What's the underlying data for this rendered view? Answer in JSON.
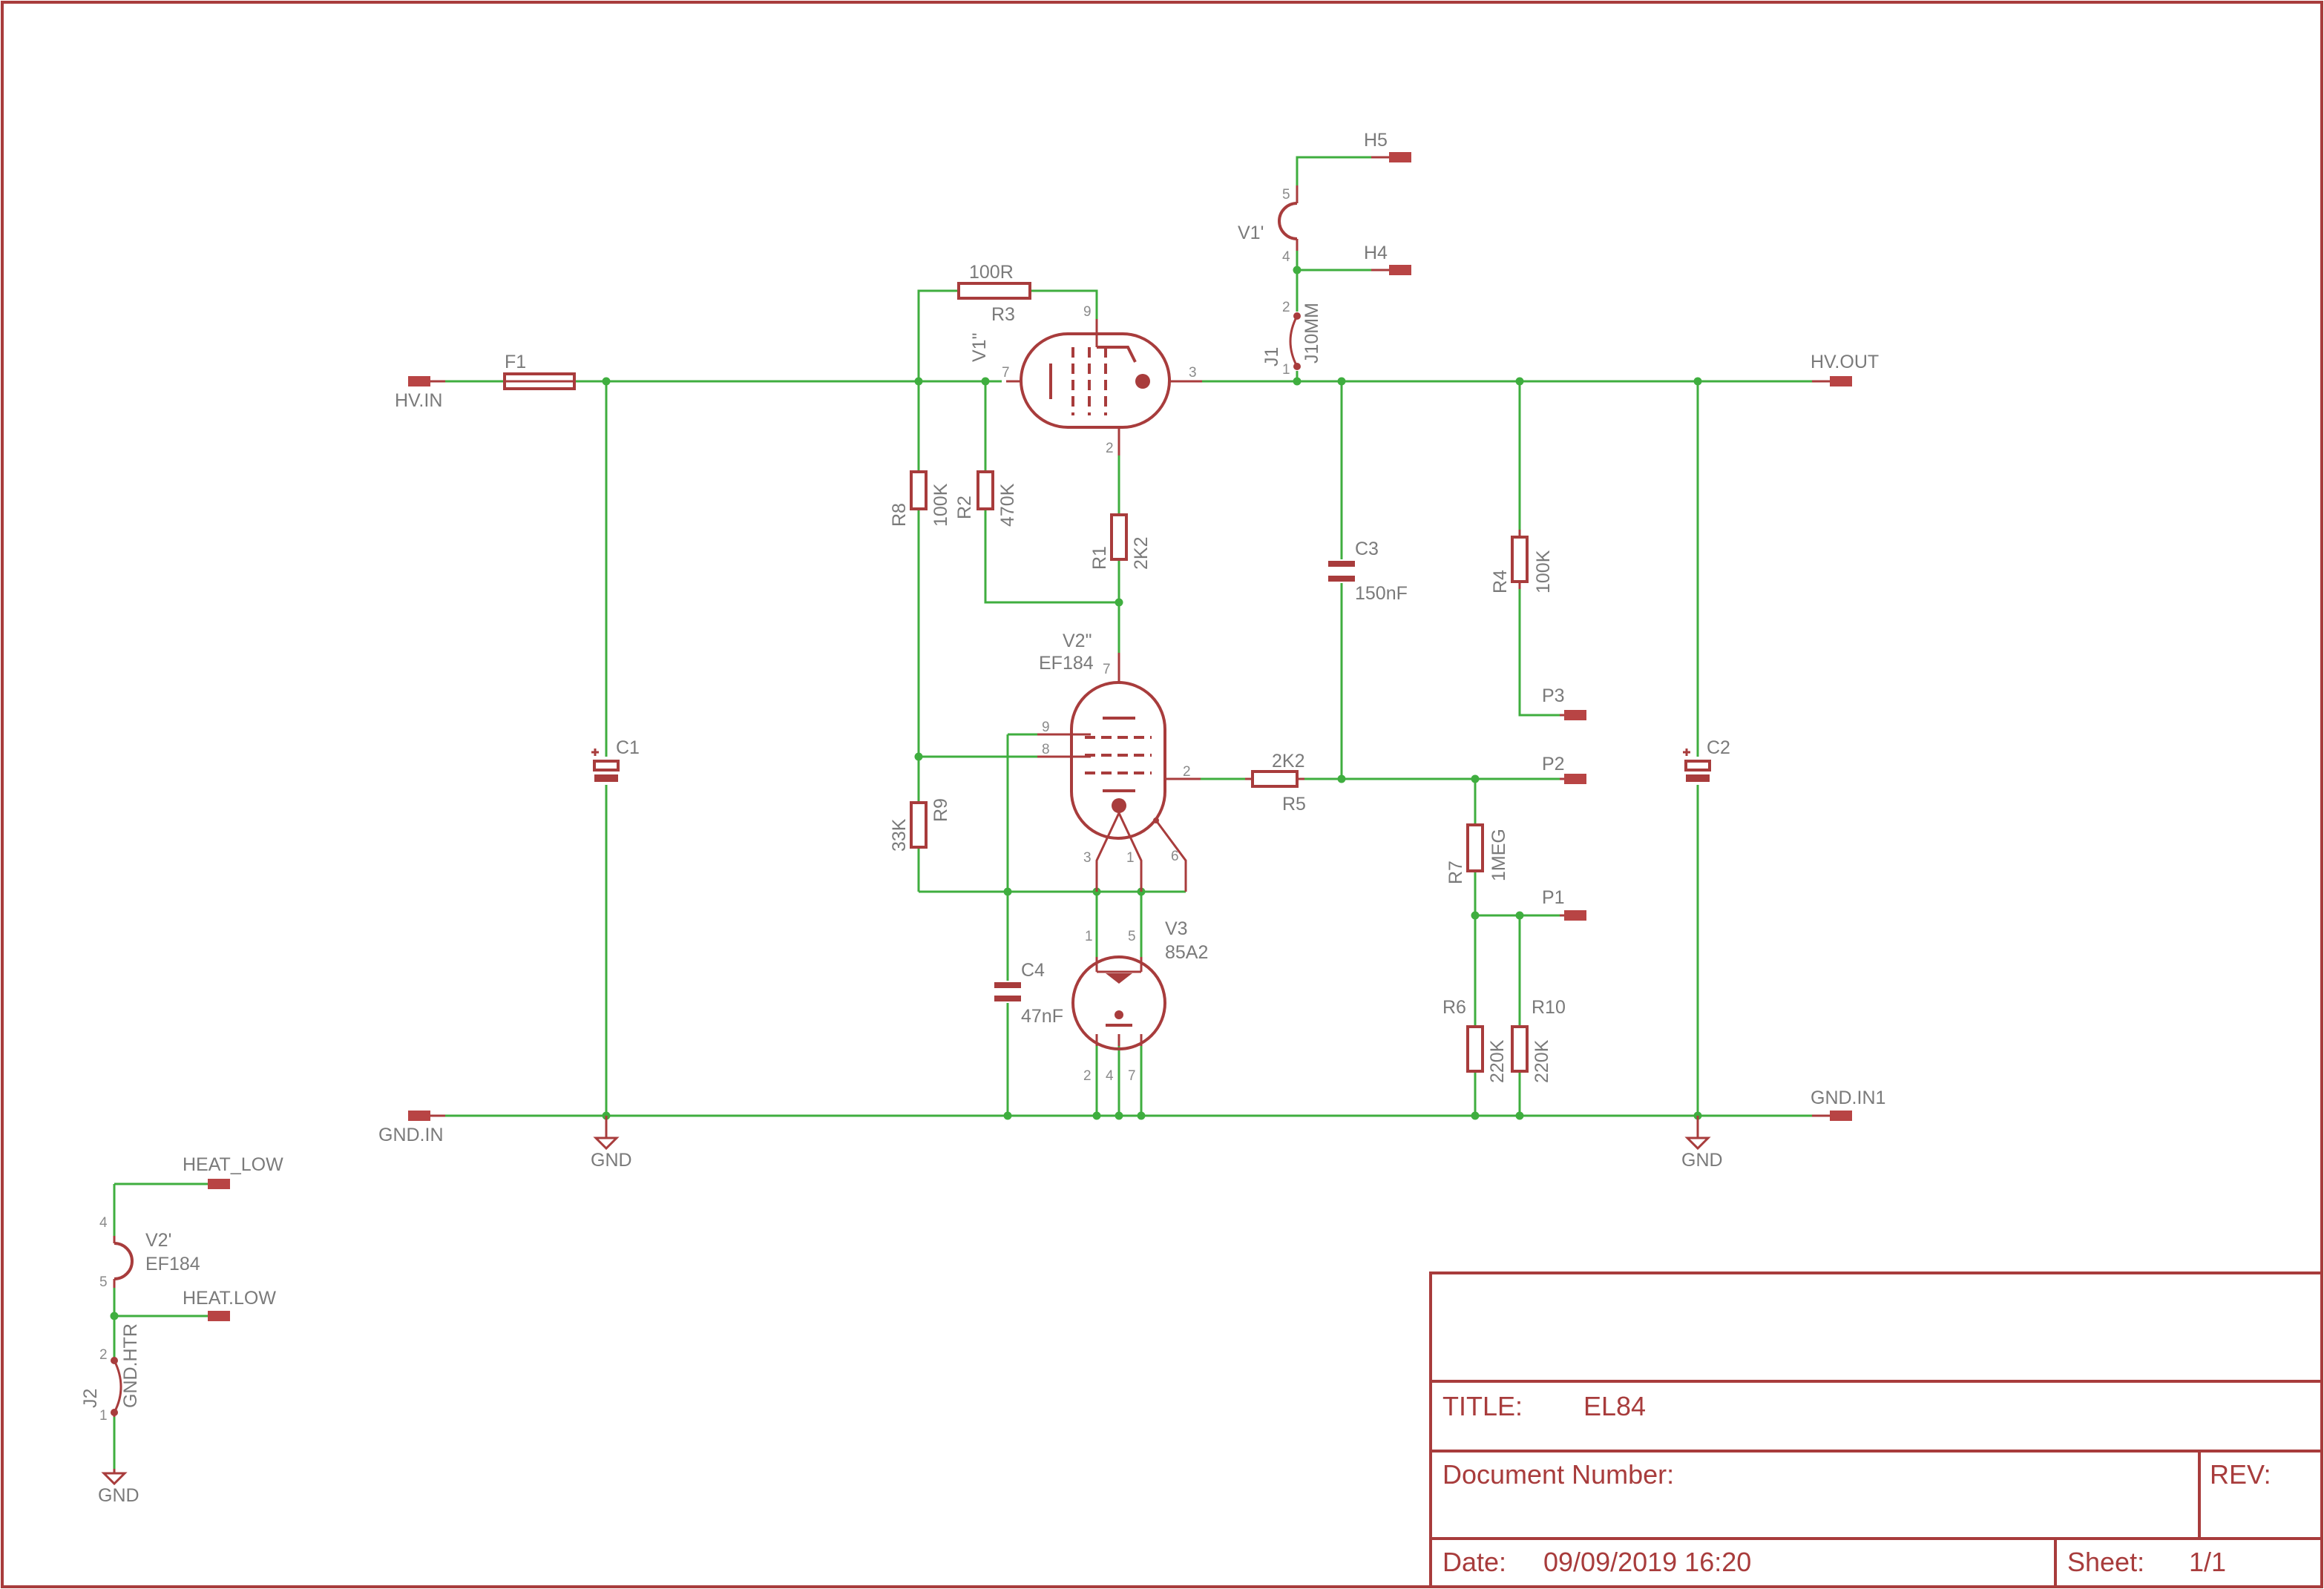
{
  "ports": {
    "hv_in": "HV.IN",
    "hv_out": "HV.OUT",
    "gnd_in": "GND.IN",
    "gnd_in1": "GND.IN1",
    "h5": "H5",
    "h4": "H4",
    "p1": "P1",
    "p2": "P2",
    "p3": "P3",
    "heat_low_1": "HEAT_LOW",
    "heat_low_2": "HEAT.LOW",
    "gnd_1": "GND",
    "gnd_2": "GND",
    "gnd_3": "GND"
  },
  "parts": {
    "f1": "F1",
    "r3_value": "100R",
    "r3_name": "R3",
    "r8_name": "R8",
    "r8_value": "100K",
    "r2_name": "R2",
    "r2_value": "470K",
    "r1_name": "R1",
    "r1_value": "2K2",
    "r5_value": "2K2",
    "r5_name": "R5",
    "r9_value": "33K",
    "r9_name": "R9",
    "r4_name": "R4",
    "r4_value": "100K",
    "r7_name": "R7",
    "r7_value": "1MEG",
    "r6_name": "R6",
    "r6_value": "220K",
    "r10_name": "R10",
    "r10_value": "220K",
    "c1_name": "C1",
    "c2_name": "C2",
    "c3_name": "C3",
    "c3_value": "150nF",
    "c4_name": "C4",
    "c4_value": "47nF",
    "v1pp": "V1\"",
    "v1p": "V1'",
    "v2pp_name": "V2\"",
    "v2pp_value": "EF184",
    "v2p_name": "V2'",
    "v2p_value": "EF184",
    "v3_name": "V3",
    "v3_value": "85A2",
    "j1_name": "J1",
    "j1_value": "J10MM",
    "j2_name": "J2",
    "j2_value": "GND.HTR"
  },
  "pins": {
    "v1_9": "9",
    "v1_7": "7",
    "v1_3": "3",
    "v1_2": "2",
    "v1h_5": "5",
    "v1h_4": "4",
    "j1_2": "2",
    "j1_1": "1",
    "v2_7": "7",
    "v2_9": "9",
    "v2_8": "8",
    "v2_2": "2",
    "v2_3": "3",
    "v2_1": "1",
    "v2_6": "6",
    "v3_1": "1",
    "v3_5": "5",
    "v3_2": "2",
    "v3_4": "4",
    "v3_7": "7",
    "v2h_4": "4",
    "v2h_5": "5",
    "j2_2": "2",
    "j2_1": "1"
  },
  "title_block": {
    "title_label": "TITLE:",
    "title_value": "EL84",
    "docnum_label": "Document Number:",
    "rev_label": "REV:",
    "date_label": "Date:",
    "date_value": "09/09/2019 16:20",
    "sheet_label": "Sheet:",
    "sheet_value": "1/1"
  },
  "colors": {
    "wire": "#3fae3f",
    "part": "#a83c3c",
    "text": "#7a7a7a"
  }
}
